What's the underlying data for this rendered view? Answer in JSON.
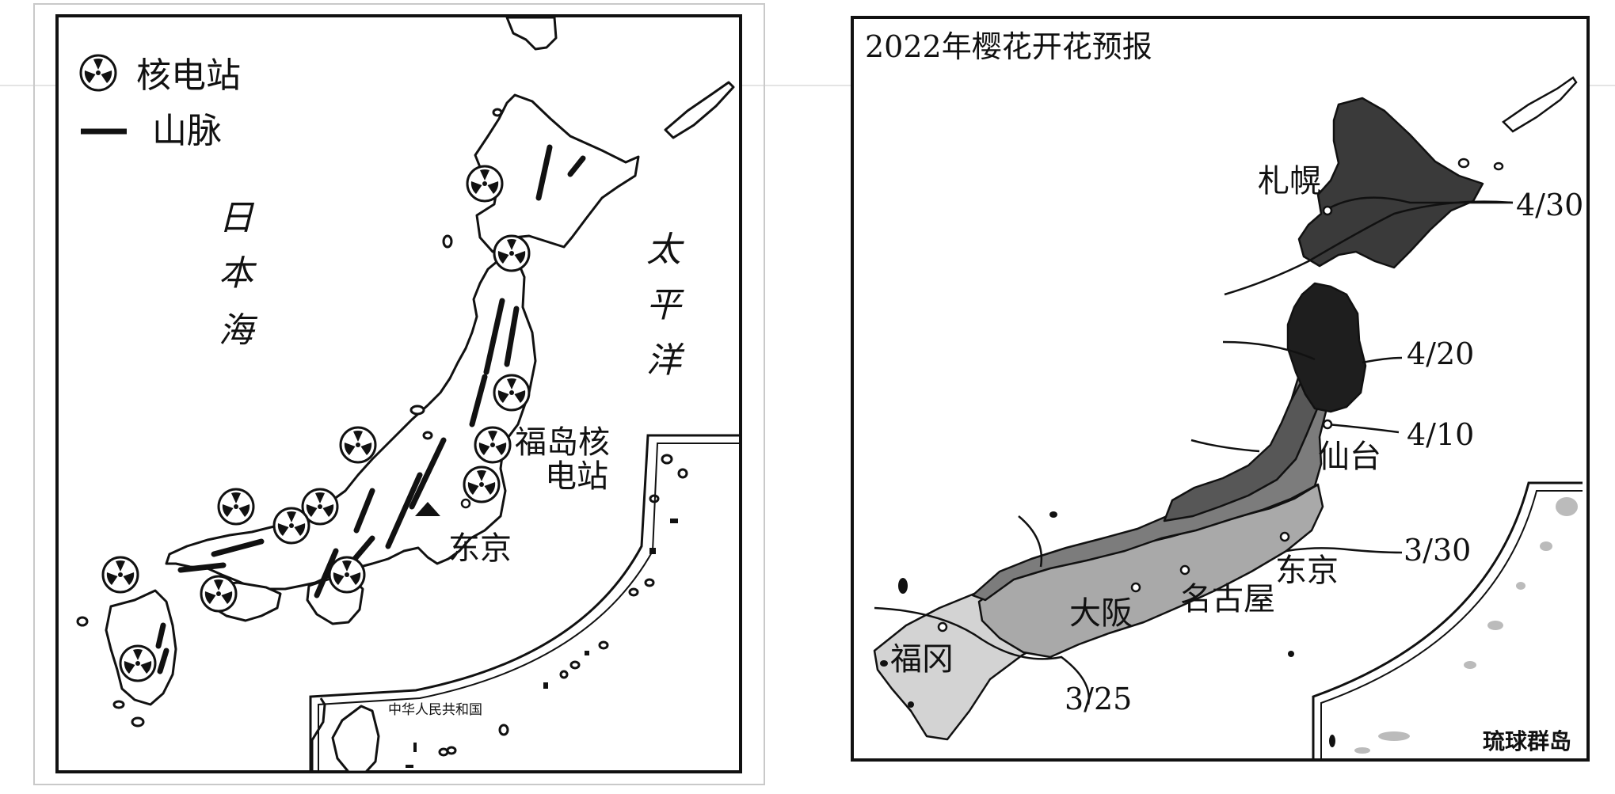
{
  "left_map": {
    "legend": {
      "nuclear_label": "核电站",
      "mountain_label": "山脉"
    },
    "sea_label": [
      "日",
      "本",
      "海"
    ],
    "ocean_label": [
      "太",
      "平",
      "洋"
    ],
    "fukushima_label": [
      "福岛核",
      "电站"
    ],
    "tokyo_label": "东京",
    "inset_label": "中华人民共和国"
  },
  "right_map": {
    "title": "2022年樱花开花预报",
    "cities": {
      "sapporo": "札幌",
      "sendai": "仙台",
      "tokyo": "东京",
      "nagoya": "名古屋",
      "osaka": "大阪",
      "fukuoka": "福冈"
    },
    "isolines": {
      "d0430": "4/30",
      "d0420": "4/20",
      "d0410": "4/10",
      "d0330": "3/30",
      "d0325": "3/25"
    },
    "inset_label": "琉球群岛",
    "colors": {
      "late": "#3a3a3a",
      "darkest": "#1e1e1e",
      "mid": "#7c7c7c",
      "light": "#a9a9a9",
      "lightest": "#d3d3d3"
    }
  }
}
